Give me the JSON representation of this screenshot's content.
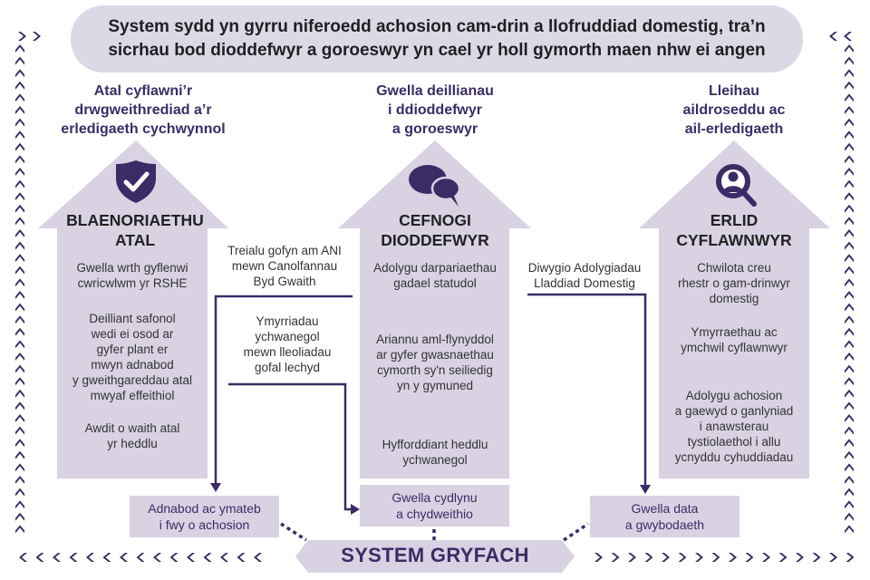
{
  "banner": {
    "line1": "System sydd yn gyrru niferoedd achosion cam-drin a llofruddiad domestig, tra’n",
    "line2": "sicrhau bod dioddefwyr a goroeswyr yn cael yr holl gymorth maen nhw ei angen"
  },
  "goals": [
    {
      "lines": [
        "Atal cyflawni’r",
        "drwgweithrediad a’r",
        "erledigaeth cychwynnol"
      ]
    },
    {
      "lines": [
        "Gwella deillianau",
        "i ddioddefwyr",
        "a goroeswyr"
      ]
    },
    {
      "lines": [
        "Lleihau",
        "aildroseddu ac",
        "ail-erledigaeth"
      ]
    }
  ],
  "pillars": [
    {
      "icon": "shield-check-icon",
      "title": [
        "BLAENORIAETHU",
        "ATAL"
      ],
      "items": [
        [
          "Gwella wrth gyflenwi",
          "cwricwlwm yr RSHE"
        ],
        [
          "Deilliant safonol",
          "wedi ei osod ar",
          "gyfer plant er",
          "mwyn adnabod",
          "y gweithgareddau atal",
          "mwyaf effeithiol"
        ],
        [
          "Awdit o waith atal",
          "yr heddlu"
        ]
      ]
    },
    {
      "icon": "speech-bubbles-icon",
      "title": [
        "CEFNOGI",
        "DIODDEFWYR"
      ],
      "items": [
        [
          "Adolygu darpariaethau",
          "gadael statudol"
        ],
        [
          "Ariannu aml-flynyddol",
          "ar gyfer gwasnaethau",
          "cymorth sy'n seiliedig",
          "yn y gymuned"
        ],
        [
          "Hyfforddiant heddlu",
          "ychwanegol"
        ]
      ]
    },
    {
      "icon": "person-search-icon",
      "title": [
        "ERLID",
        "CYFLAWNWYR"
      ],
      "items": [
        [
          "Chwilota creu",
          "rhestr o gam-drinwyr",
          "domestig"
        ],
        [
          "Ymyrraethau ac",
          "ymchwil cyflawnwyr"
        ],
        [
          "Adolygu achosion",
          "a gaewyd o ganlyniad",
          "i anawsterau",
          "tystiolaethol i allu",
          "ycnyddu cyhuddiadau"
        ]
      ]
    }
  ],
  "cross_initiatives": {
    "trial": [
      "Treialu gofyn am ANI",
      "mewn Canolfannau",
      "Byd Gwaith"
    ],
    "health": [
      "Ymyrriadau",
      "ychwanegol",
      "mewn lleoliadau",
      "gofal lechyd"
    ],
    "dhr": [
      "Diwygio Adolygiadau",
      "Lladdiad Domestig"
    ]
  },
  "outcomes": [
    [
      "Adnabod ac ymateb",
      "i fwy o achosion"
    ],
    [
      "Gwella cydlynu",
      "a chydweithio"
    ],
    [
      "Gwella data",
      "a gwybodaeth"
    ]
  ],
  "system": {
    "label": "SYSTEM GRYFACH"
  },
  "colors": {
    "accent": "#3b2c66",
    "panel": "#d8d2e3",
    "banner": "#ddd8e6"
  }
}
